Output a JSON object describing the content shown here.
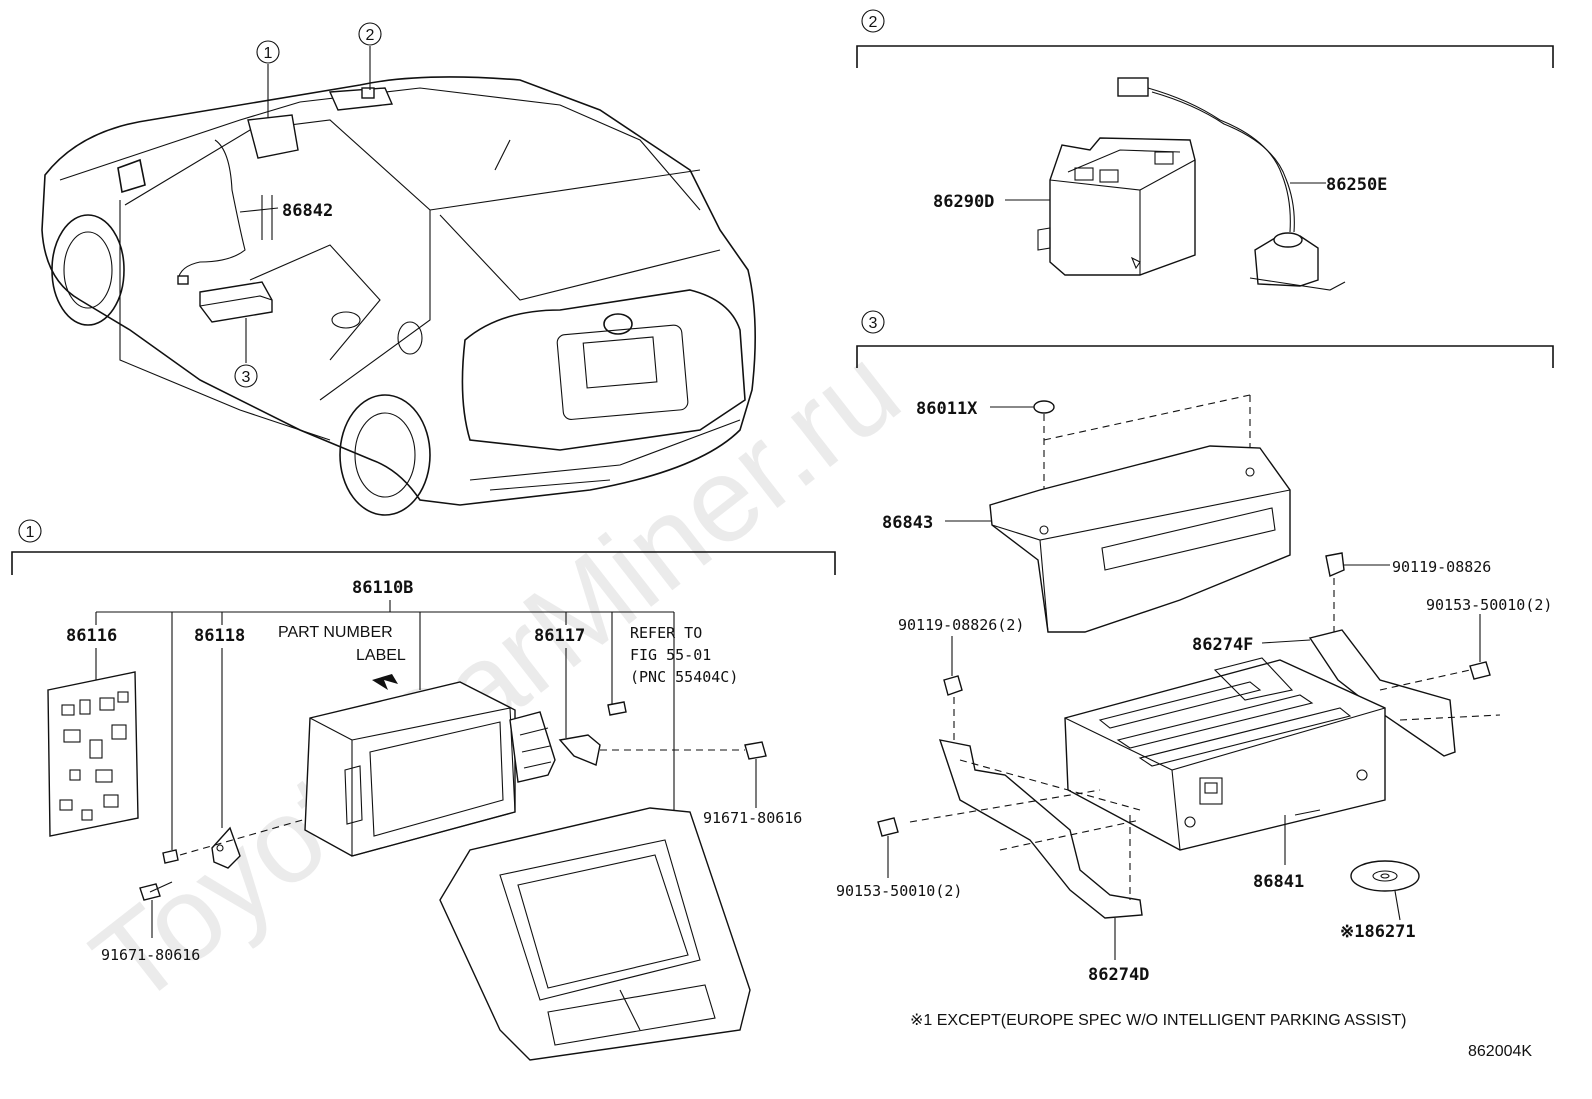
{
  "watermark": "ToyotaCarMiner.ru",
  "footer": {
    "note": "※1 EXCEPT(EUROPE SPEC W/O INTELLIGENT PARKING ASSIST)",
    "fig_code": "862004K"
  },
  "callouts": [
    "1",
    "2",
    "3"
  ],
  "overview": {
    "labels": {
      "cable": "86842"
    }
  },
  "section1": {
    "assembly": "86110B",
    "part_number_label_1": "PART NUMBER",
    "part_number_label_2": "LABEL",
    "refer_1": "REFER TO",
    "refer_2": "FIG 55-01",
    "refer_3": "(PNC 55404C)",
    "parts": {
      "board": "86116",
      "bracket_left": "86118",
      "bracket_right": "86117",
      "screw_right": "91671-80616",
      "screw_left": "91671-80616"
    }
  },
  "section2": {
    "parts": {
      "module": "86290D",
      "cable": "86250E"
    }
  },
  "section3": {
    "parts": {
      "clip": "86011X",
      "cover": "86843",
      "bolt_top": "90119-08826",
      "screw_top_right": "90153-50010(2)",
      "bolt_left": "90119-08826(2)",
      "bracket_right": "86274F",
      "screw_left": "90153-50010(2)",
      "navigation_unit": "86841",
      "disc": "※186271",
      "bracket_left": "86274D"
    }
  }
}
